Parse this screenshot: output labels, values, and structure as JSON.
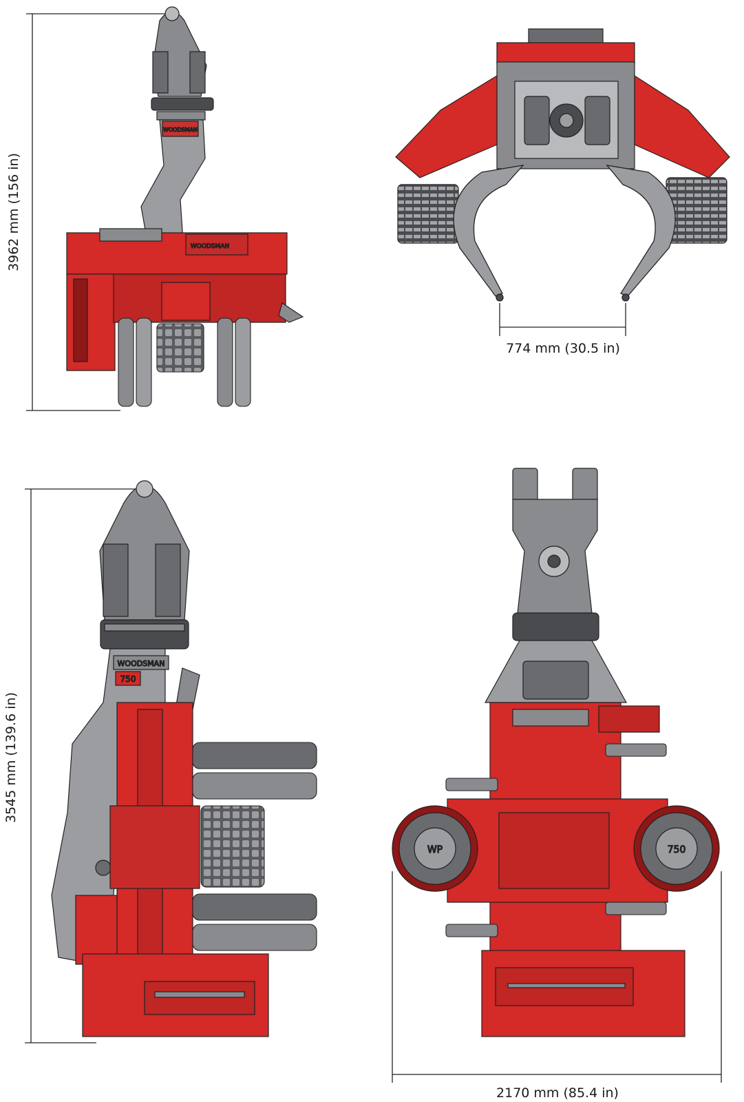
{
  "dimensions": {
    "height_side_view": "3962 mm (156 in)",
    "grapple_opening": "774 mm (30.5 in)",
    "height_front_view": "3545 mm (139.6 in)",
    "width_total": "2170 mm (85.4 in)"
  },
  "branding": {
    "brand_text": "WOODSMAN",
    "model_text": "750",
    "wheel_logo_text": "WP"
  },
  "colors": {
    "body_red": "#d42a28",
    "dark_red": "#8e1717",
    "frame_grey": "#8a8b8f",
    "light_grey": "#b9babd",
    "dark_grey": "#4a4b4f",
    "line": "#222222"
  }
}
